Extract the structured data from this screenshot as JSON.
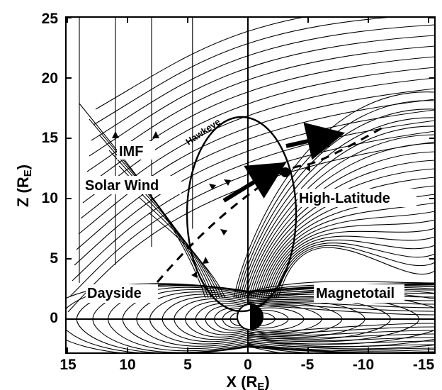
{
  "figure": {
    "x_axis": {
      "title_main": "X (R",
      "title_sub": "E",
      "title_close": ")",
      "ticks": [
        "15",
        "10",
        "5",
        "0",
        "-5",
        "-10",
        "-15"
      ]
    },
    "y_axis": {
      "title_main": "Z (R",
      "title_sub": "E",
      "title_close": ")",
      "ticks": [
        "25",
        "20",
        "15",
        "10",
        "5",
        "0"
      ]
    },
    "labels": {
      "imf": "IMF",
      "solar_wind": "Solar Wind",
      "hawkeye": "Hawkeye",
      "high_latitude": "High-Latitude",
      "dayside": "Dayside",
      "magnetotail": "Magnetotail"
    }
  }
}
